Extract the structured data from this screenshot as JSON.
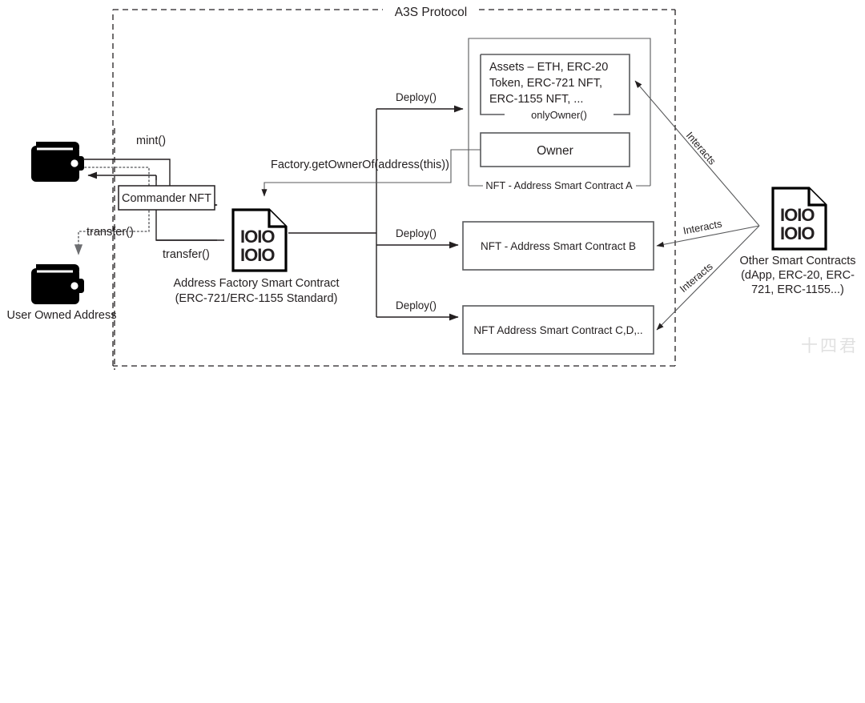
{
  "diagram": {
    "title": "A3S Protocol",
    "boundary_label": "A3S Protocol"
  },
  "actors": {
    "user_wallet_top_name": "commander-wallet",
    "user_owned_address_label": "User Owned Address",
    "commander_nft_label": "Commander NFT",
    "factory_label_line1": "Address Factory Smart Contract",
    "factory_label_line2": "(ERC-721/ERC-1155 Standard)",
    "factory_icon_text_line1": "IOIO",
    "factory_icon_text_line2": "IOIO",
    "other_contracts_line1": "Other Smart Contracts",
    "other_contracts_line2": "(dApp, ERC-20, ERC-",
    "other_contracts_line3": "721, ERC-1155...)",
    "other_icon_text_line1": "IOIO",
    "other_icon_text_line2": "IOIO"
  },
  "contract_a": {
    "outer_label": "NFT - Address Smart Contract A",
    "assets_line1": "Assets – ETH, ERC-20",
    "assets_line2": "Token, ERC-721 NFT,",
    "assets_line3": "ERC-1155 NFT, ...",
    "only_owner_label": "onlyOwner()",
    "owner_label": "Owner"
  },
  "contract_b": {
    "label": "NFT - Address Smart Contract B"
  },
  "contract_cd": {
    "label": "NFT Address Smart Contract C,D,.."
  },
  "edges": {
    "mint": "mint()",
    "transfer_1": "transfer()",
    "transfer_2": "transfer()",
    "factory_get_owner": "Factory.getOwnerOf(address(this))",
    "deploy_a": "Deploy()",
    "deploy_b": "Deploy()",
    "deploy_cd": "Deploy()",
    "interacts_a": "Interacts",
    "interacts_b": "Interacts",
    "interacts_cd": "Interacts"
  },
  "watermark": {
    "text": "十四君",
    "icon": "wechat-icon"
  },
  "colors": {
    "ink": "#231f20",
    "box_stroke": "#58595b",
    "dotted": "#6d6e71",
    "background": "#ffffff"
  }
}
